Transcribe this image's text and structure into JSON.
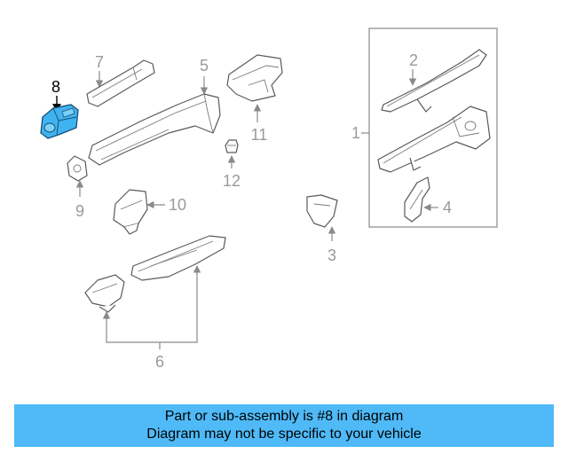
{
  "callouts": {
    "c1": "1",
    "c2": "2",
    "c3": "3",
    "c4": "4",
    "c5": "5",
    "c6": "6",
    "c7": "7",
    "c8": "8",
    "c9": "9",
    "c10": "10",
    "c11": "11",
    "c12": "12"
  },
  "banner": {
    "line1": "Part or sub-assembly is #8 in diagram",
    "line2": "Diagram may not be specific to your vehicle"
  },
  "colors": {
    "highlight_part": "#3fb3ef",
    "banner_bg": "#4fbaf7",
    "callout_inactive": "#9a9a9a",
    "callout_active": "#000000"
  }
}
